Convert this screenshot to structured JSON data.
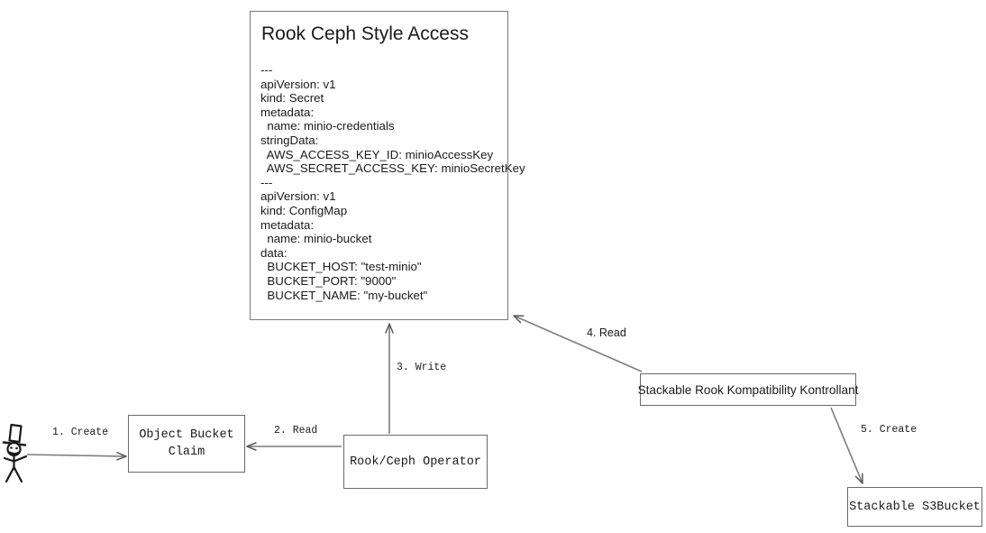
{
  "diagram": {
    "title": "Rook Ceph Style Access",
    "background_color": "#ffffff",
    "stroke_color": "#6b6b6b",
    "text_color": "#1a1a1a"
  },
  "main_note": {
    "title": "Rook Ceph Style Access",
    "yaml": "---\napiVersion: v1\nkind: Secret\nmetadata:\n  name: minio-credentials\nstringData:\n  AWS_ACCESS_KEY_ID: minioAccessKey\n  AWS_SECRET_ACCESS_KEY: minioSecretKey\n---\napiVersion: v1\nkind: ConfigMap\nmetadata:\n  name: minio-bucket\ndata:\n  BUCKET_HOST: \"test-minio\"\n  BUCKET_PORT: \"9000\"\n  BUCKET_NAME: \"my-bucket\"",
    "yaml_lines": [
      "---",
      "apiVersion: v1",
      "kind: Secret",
      "metadata:",
      "  name: minio-credentials",
      "stringData:",
      "  AWS_ACCESS_KEY_ID: minioAccessKey",
      "  AWS_SECRET_ACCESS_KEY: minioSecretKey",
      "---",
      "apiVersion: v1",
      "kind: ConfigMap",
      "metadata:",
      "  name: minio-bucket",
      "data:",
      "  BUCKET_HOST: \"test-minio\"",
      "  BUCKET_PORT: \"9000\"",
      "  BUCKET_NAME: \"my-bucket\""
    ]
  },
  "nodes": {
    "actor": {
      "name": "stick-figure-actor-with-top-hat"
    },
    "object_bucket_claim": {
      "label": "Object Bucket\nClaim"
    },
    "operator": {
      "label": "Rook/Ceph Operator"
    },
    "srkk": {
      "label": "Stackable Rook Kompatibility Kontrollant"
    },
    "s3bucket": {
      "label": "Stackable S3Bucket"
    }
  },
  "edges": [
    {
      "id": "e1",
      "label": "1. Create",
      "from": "actor",
      "to": "object_bucket_claim"
    },
    {
      "id": "e2",
      "label": "2. Read",
      "from": "operator",
      "to": "object_bucket_claim"
    },
    {
      "id": "e3",
      "label": "3. Write",
      "from": "operator",
      "to": "main_note"
    },
    {
      "id": "e4",
      "label": "4. Read",
      "from": "srkk",
      "to": "main_note"
    },
    {
      "id": "e5",
      "label": "5. Create",
      "from": "srkk",
      "to": "s3bucket"
    }
  ]
}
